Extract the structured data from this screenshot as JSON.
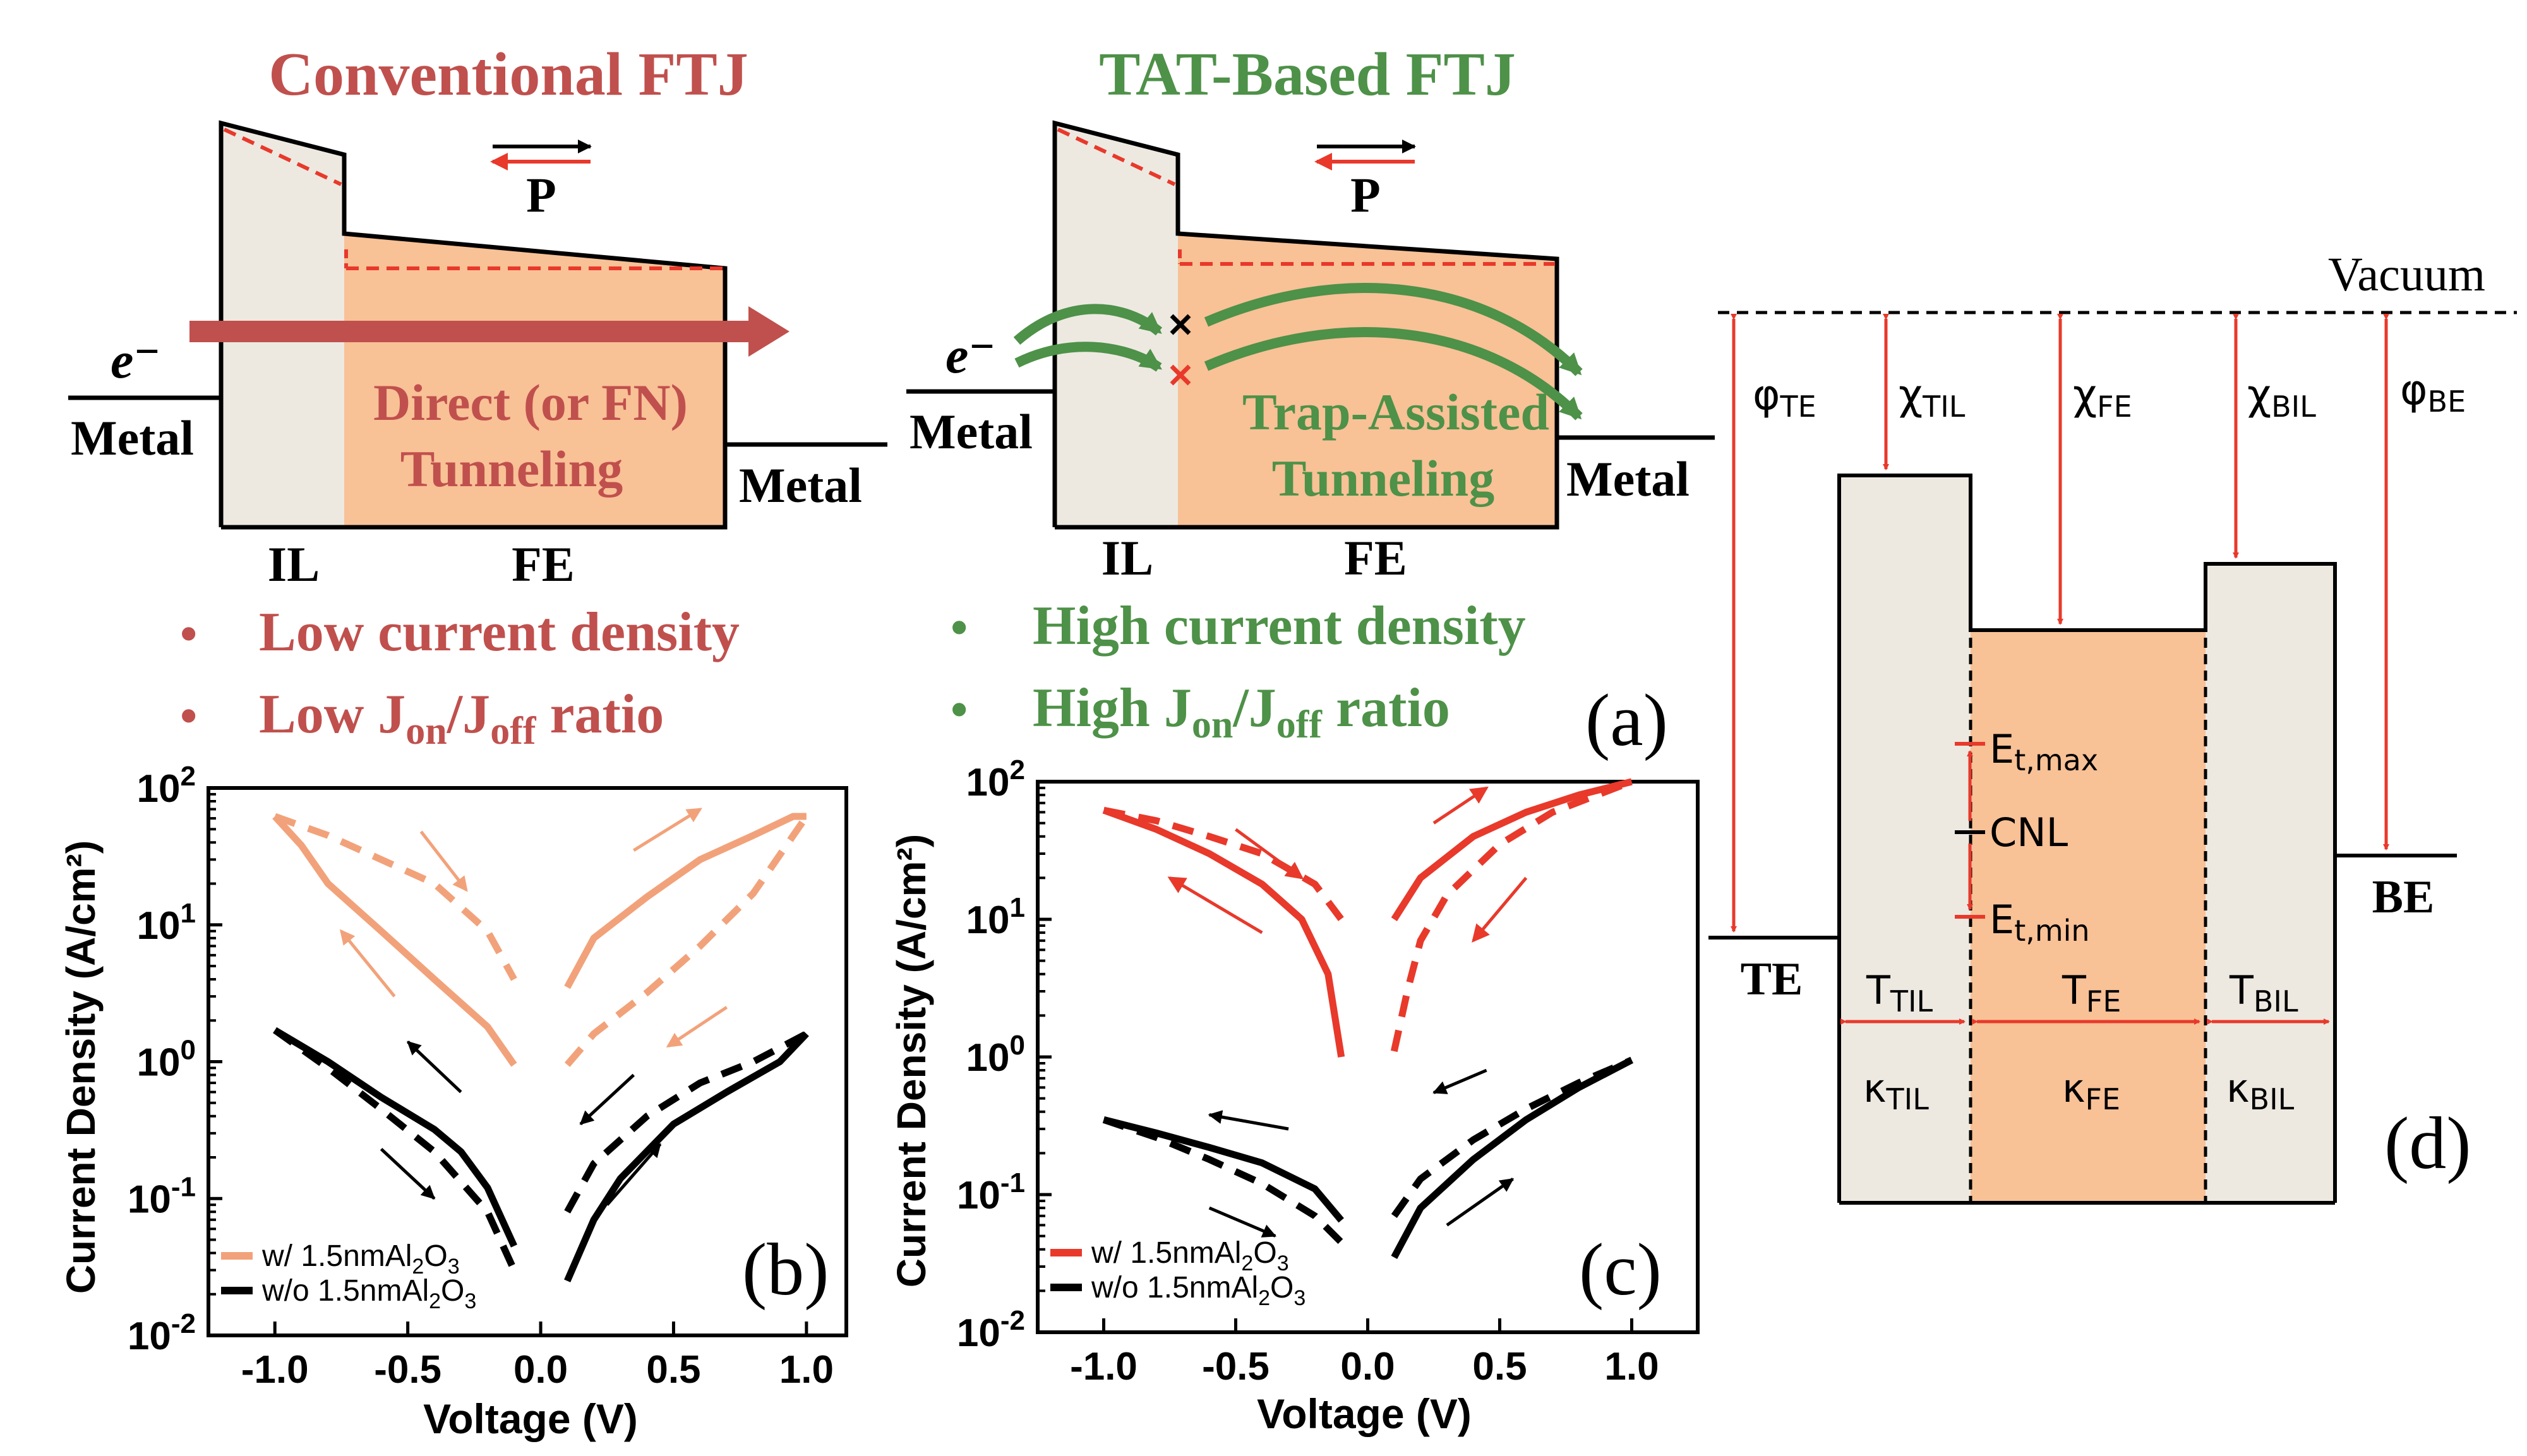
{
  "colors": {
    "conventional": "#c0504d",
    "tat": "#4e9148",
    "il_fill": "#ede9e1",
    "fe_fill": "#f8c196",
    "red": "#e8392b",
    "orange_curve": "#f2a27a",
    "black": "#000000"
  },
  "panel_a": {
    "conventional": {
      "title": "Conventional FTJ",
      "electron": "e⁻",
      "left_metal": "Metal",
      "right_metal": "Metal",
      "tunnel_line1": "Direct (or FN)",
      "tunnel_line2": "Tunneling",
      "il": "IL",
      "fe": "FE",
      "p": "P",
      "bullet1": "Low current density",
      "bullet2_pre": "Low J",
      "bullet2_sub1": "on",
      "bullet2_mid": "/J",
      "bullet2_sub2": "off",
      "bullet2_post": " ratio"
    },
    "tat": {
      "title": "TAT-Based FTJ",
      "electron": "e⁻",
      "left_metal": "Metal",
      "right_metal": "Metal",
      "tunnel_line1": "Trap-Assisted",
      "tunnel_line2": "Tunneling",
      "il": "IL",
      "fe": "FE",
      "p": "P",
      "bullet1": "High current density",
      "bullet2_pre": "High J",
      "bullet2_sub1": "on",
      "bullet2_mid": "/J",
      "bullet2_sub2": "off",
      "bullet2_post": " ratio"
    },
    "bullet": "•",
    "label": "(a)"
  },
  "chart_data": [
    {
      "panel": "(b)",
      "type": "line",
      "xlabel": "Voltage (V)",
      "ylabel": "Current Density (A/cm²)",
      "xlim": [
        -1.25,
        1.15
      ],
      "ylim": [
        0.01,
        100
      ],
      "yscale": "log",
      "xticks": [
        "-1.0",
        "-0.5",
        "0.0",
        "0.5",
        "1.0"
      ],
      "yticks_base": "10",
      "yticks_exp": [
        "-2",
        "-1",
        "0",
        "1",
        "2"
      ],
      "legend": [
        {
          "name_pre": "w/ 1.5nmAl",
          "sub": "2",
          "mid": "O",
          "sub2": "3",
          "color": "#f2a27a"
        },
        {
          "name_pre": "w/o 1.5nmAl",
          "sub": "2",
          "mid": "O",
          "sub2": "3",
          "color": "#000000"
        }
      ],
      "series": [
        {
          "color": "#f2a27a",
          "dash": false,
          "x": [
            -1.0,
            -0.9,
            -0.8,
            -0.6,
            -0.4,
            -0.2,
            -0.1
          ],
          "y": [
            62,
            38,
            20,
            9,
            4,
            1.8,
            0.95
          ]
        },
        {
          "color": "#f2a27a",
          "dash": true,
          "x": [
            -1.0,
            -0.8,
            -0.6,
            -0.4,
            -0.2,
            -0.1
          ],
          "y": [
            62,
            45,
            30,
            20,
            9,
            4
          ]
        },
        {
          "color": "#f2a27a",
          "dash": false,
          "x": [
            0.1,
            0.2,
            0.4,
            0.6,
            0.8,
            0.95,
            1.0
          ],
          "y": [
            3.5,
            8,
            16,
            30,
            45,
            62,
            62
          ]
        },
        {
          "color": "#f2a27a",
          "dash": true,
          "x": [
            0.1,
            0.2,
            0.4,
            0.6,
            0.8,
            1.0
          ],
          "y": [
            0.95,
            1.6,
            3.2,
            7,
            17,
            62
          ]
        },
        {
          "color": "#000000",
          "dash": false,
          "x": [
            -1.0,
            -0.8,
            -0.6,
            -0.4,
            -0.3,
            -0.2,
            -0.1
          ],
          "y": [
            1.7,
            1.0,
            0.55,
            0.32,
            0.22,
            0.12,
            0.045
          ]
        },
        {
          "color": "#000000",
          "dash": true,
          "x": [
            -1.0,
            -0.8,
            -0.6,
            -0.4,
            -0.2,
            -0.1
          ],
          "y": [
            1.7,
            0.9,
            0.45,
            0.22,
            0.08,
            0.03
          ]
        },
        {
          "color": "#000000",
          "dash": false,
          "x": [
            0.1,
            0.2,
            0.3,
            0.5,
            0.7,
            0.9,
            1.0
          ],
          "y": [
            0.025,
            0.07,
            0.14,
            0.35,
            0.6,
            1.0,
            1.6
          ]
        },
        {
          "color": "#000000",
          "dash": true,
          "x": [
            0.1,
            0.2,
            0.4,
            0.6,
            0.8,
            1.0
          ],
          "y": [
            0.08,
            0.18,
            0.4,
            0.7,
            1.0,
            1.6
          ]
        }
      ]
    },
    {
      "panel": "(c)",
      "type": "line",
      "xlabel": "Voltage (V)",
      "ylabel": "Current Density (A/cm²)",
      "xlim": [
        -1.25,
        1.25
      ],
      "ylim": [
        0.01,
        100
      ],
      "yscale": "log",
      "xticks": [
        "-1.0",
        "-0.5",
        "0.0",
        "0.5",
        "1.0"
      ],
      "yticks_base": "10",
      "yticks_exp": [
        "-2",
        "-1",
        "0",
        "1",
        "2"
      ],
      "legend": [
        {
          "name_pre": "w/ 1.5nmAl",
          "sub": "2",
          "mid": "O",
          "sub2": "3",
          "color": "#e8392b"
        },
        {
          "name_pre": "w/o 1.5nmAl",
          "sub": "2",
          "mid": "O",
          "sub2": "3",
          "color": "#000000"
        }
      ],
      "series": [
        {
          "color": "#e8392b",
          "dash": false,
          "x": [
            -1.0,
            -0.8,
            -0.6,
            -0.4,
            -0.25,
            -0.15,
            -0.1
          ],
          "y": [
            62,
            45,
            30,
            18,
            10,
            4,
            1.0
          ]
        },
        {
          "color": "#e8392b",
          "dash": true,
          "x": [
            -1.0,
            -0.8,
            -0.6,
            -0.4,
            -0.2,
            -0.1
          ],
          "y": [
            62,
            52,
            40,
            30,
            18,
            10
          ]
        },
        {
          "color": "#e8392b",
          "dash": false,
          "x": [
            0.1,
            0.2,
            0.4,
            0.6,
            0.8,
            1.0
          ],
          "y": [
            10,
            20,
            40,
            60,
            80,
            100
          ]
        },
        {
          "color": "#e8392b",
          "dash": true,
          "x": [
            0.1,
            0.15,
            0.2,
            0.3,
            0.5,
            0.7,
            1.0
          ],
          "y": [
            1.1,
            3,
            7,
            15,
            35,
            60,
            100
          ]
        },
        {
          "color": "#000000",
          "dash": false,
          "x": [
            -1.0,
            -0.8,
            -0.6,
            -0.4,
            -0.2,
            -0.1
          ],
          "y": [
            0.35,
            0.28,
            0.22,
            0.17,
            0.11,
            0.065
          ]
        },
        {
          "color": "#000000",
          "dash": true,
          "x": [
            -1.0,
            -0.8,
            -0.6,
            -0.4,
            -0.2,
            -0.1
          ],
          "y": [
            0.35,
            0.26,
            0.18,
            0.12,
            0.07,
            0.045
          ]
        },
        {
          "color": "#000000",
          "dash": false,
          "x": [
            0.1,
            0.2,
            0.4,
            0.6,
            0.8,
            1.0
          ],
          "y": [
            0.035,
            0.08,
            0.18,
            0.35,
            0.6,
            0.95
          ]
        },
        {
          "color": "#000000",
          "dash": true,
          "x": [
            0.1,
            0.2,
            0.4,
            0.6,
            0.8,
            1.0
          ],
          "y": [
            0.07,
            0.13,
            0.25,
            0.42,
            0.65,
            0.95
          ]
        }
      ]
    }
  ],
  "panel_b": {
    "label": "(b)"
  },
  "panel_c": {
    "label": "(c)"
  },
  "panel_d": {
    "label": "(d)",
    "vacuum": "Vacuum",
    "te": "TE",
    "be": "BE",
    "phi_te": "φ",
    "phi_te_sub": "TE",
    "chi_til": "χ",
    "chi_til_sub": "TIL",
    "chi_fe": "χ",
    "chi_fe_sub": "FE",
    "chi_bil": "χ",
    "chi_bil_sub": "BIL",
    "phi_be": "φ",
    "phi_be_sub": "BE",
    "et_max": "E",
    "et_max_sub": "t,max",
    "cnl": "CNL",
    "et_min": "E",
    "et_min_sub": "t,min",
    "t_til": "T",
    "t_til_sub": "TIL",
    "t_fe": "T",
    "t_fe_sub": "FE",
    "t_bil": "T",
    "t_bil_sub": "BIL",
    "k_til": "κ",
    "k_til_sub": "TIL",
    "k_fe": "κ",
    "k_fe_sub": "FE",
    "k_bil": "κ",
    "k_bil_sub": "BIL"
  }
}
